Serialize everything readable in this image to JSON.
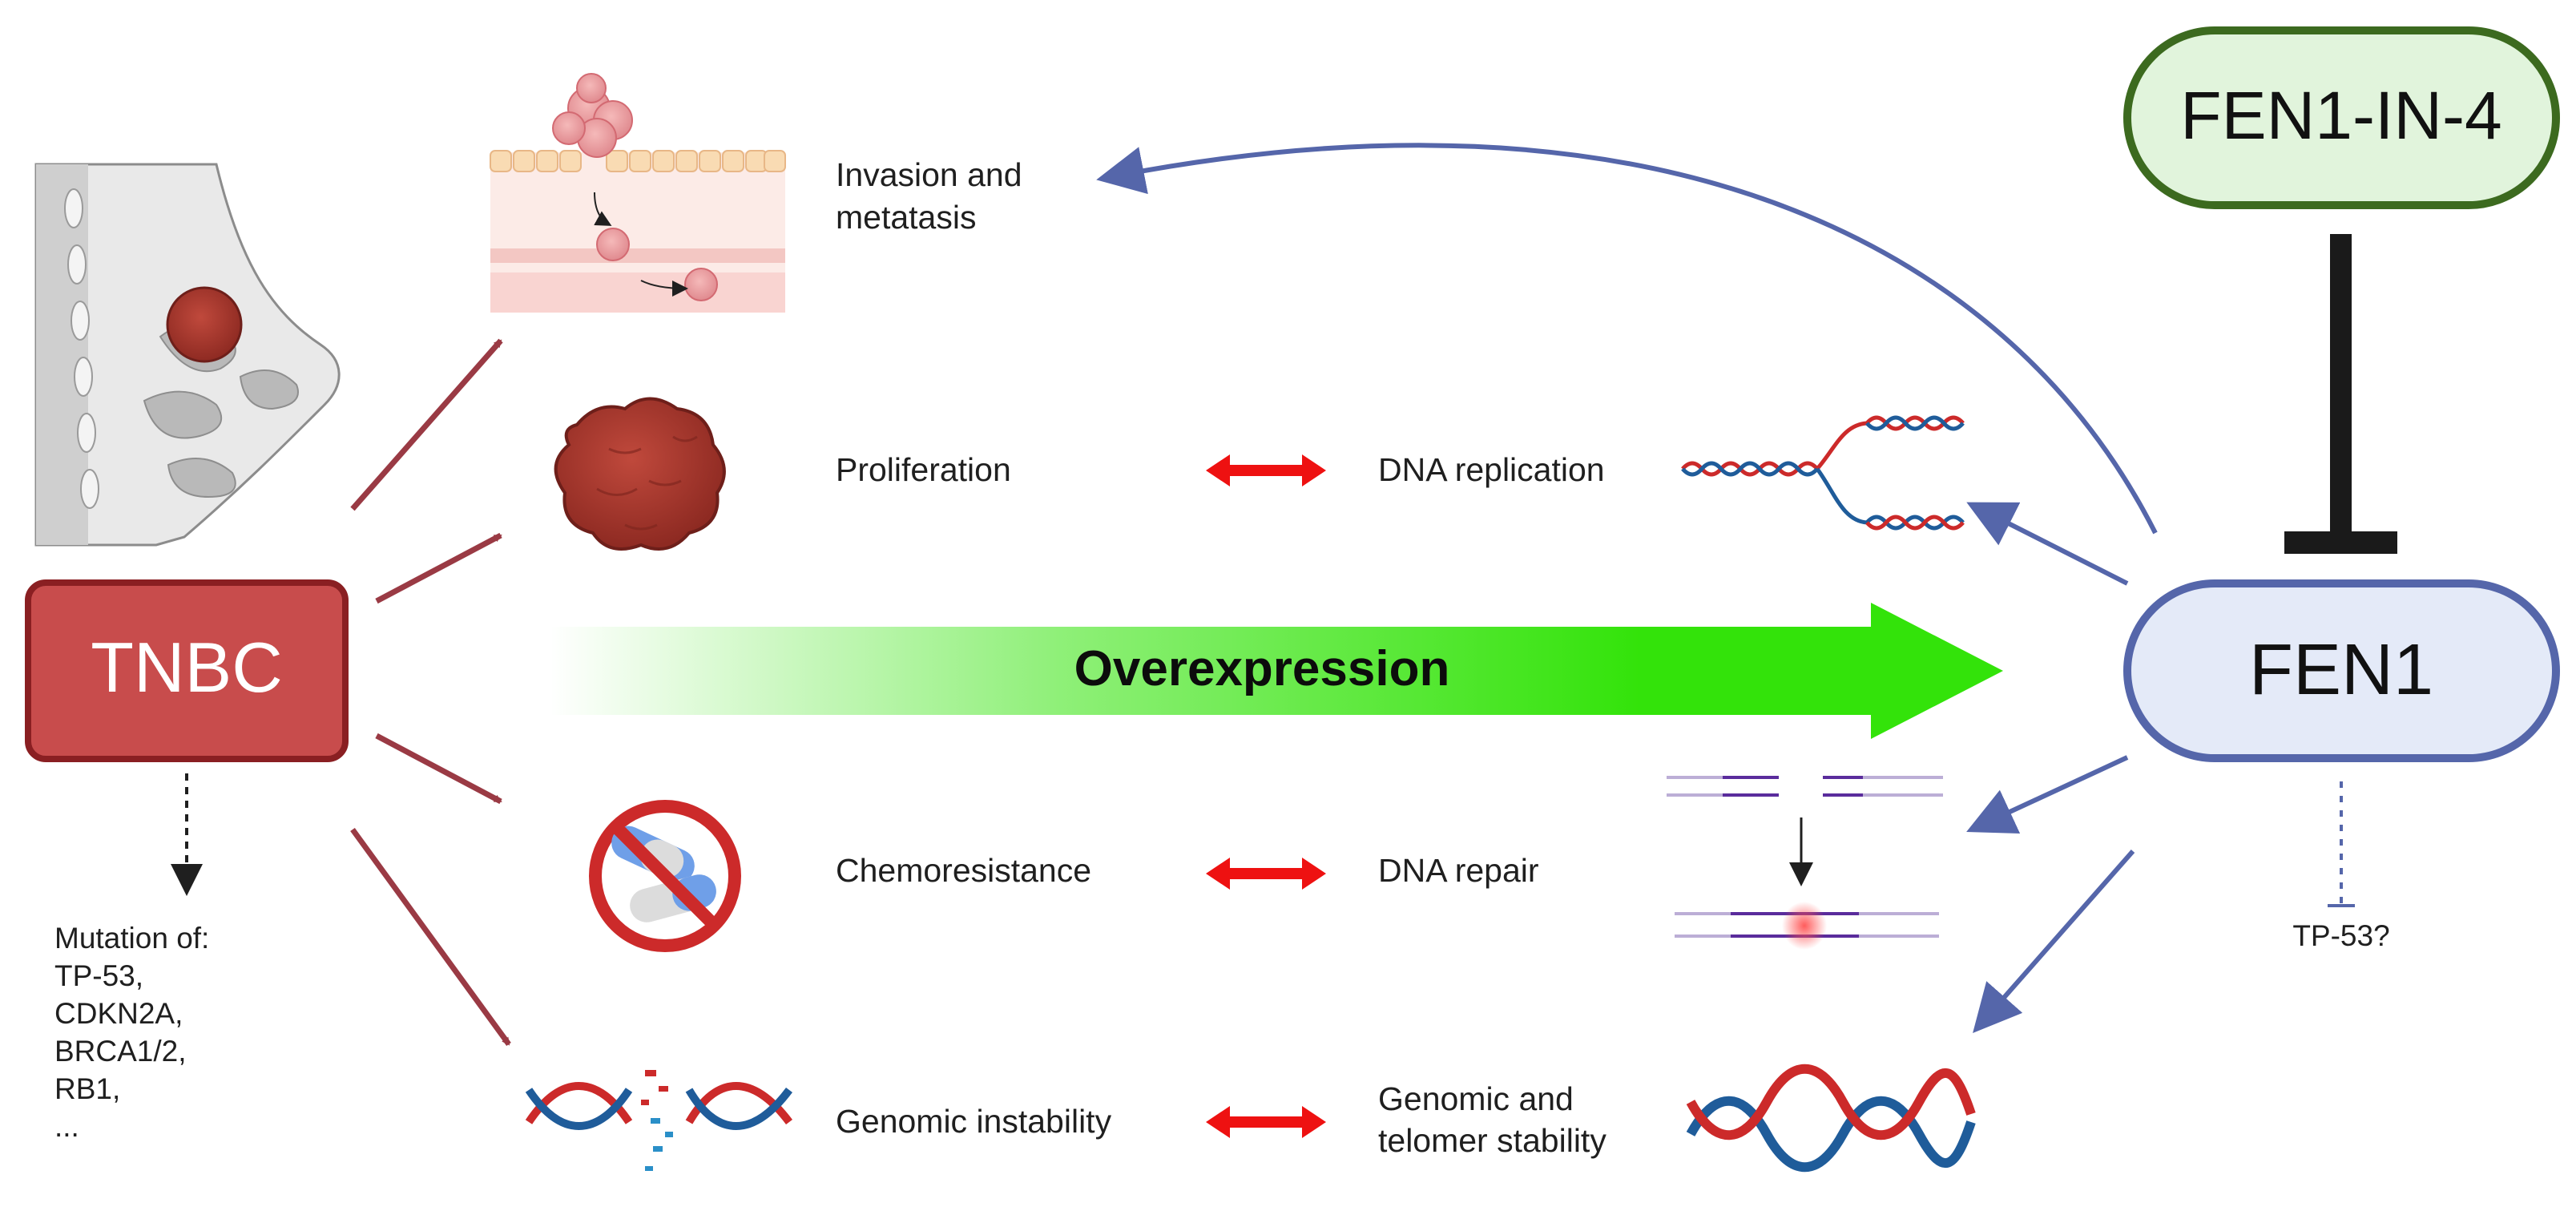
{
  "nodes": {
    "tnbc": "TNBC",
    "fen1_in_4": "FEN1-IN-4",
    "fen1": "FEN1",
    "overexpression": "Overexpression",
    "tp53": "TP-53?"
  },
  "left_labels": {
    "invasion_line1": "Invasion and",
    "invasion_line2": "metatasis",
    "proliferation": "Proliferation",
    "chemoresistance": "Chemoresistance",
    "genomic_instability": "Genomic instability"
  },
  "right_labels": {
    "dna_replication": "DNA replication",
    "dna_repair": "DNA repair",
    "genomic_line1": "Genomic and",
    "genomic_line2": "telomer stability"
  },
  "mutations": {
    "header": "Mutation of:",
    "items": [
      "TP-53,",
      "CDKN2A,",
      "BRCA1/2,",
      "RB1,",
      "..."
    ]
  },
  "colors": {
    "tnbc_fill": "#c84c4c",
    "tnbc_border": "#8a1f22",
    "tnbc_arrow": "#9a3a44",
    "fen1_fill": "#e4eaf8",
    "fen1_border": "#5566aa",
    "inhibitor_fill": "#e1f4dc",
    "inhibitor_border": "#3c6a1f",
    "overexpression_arrow": "#33e30a",
    "double_arrow": "#ee1111",
    "fen1_arrow": "#5566aa"
  }
}
